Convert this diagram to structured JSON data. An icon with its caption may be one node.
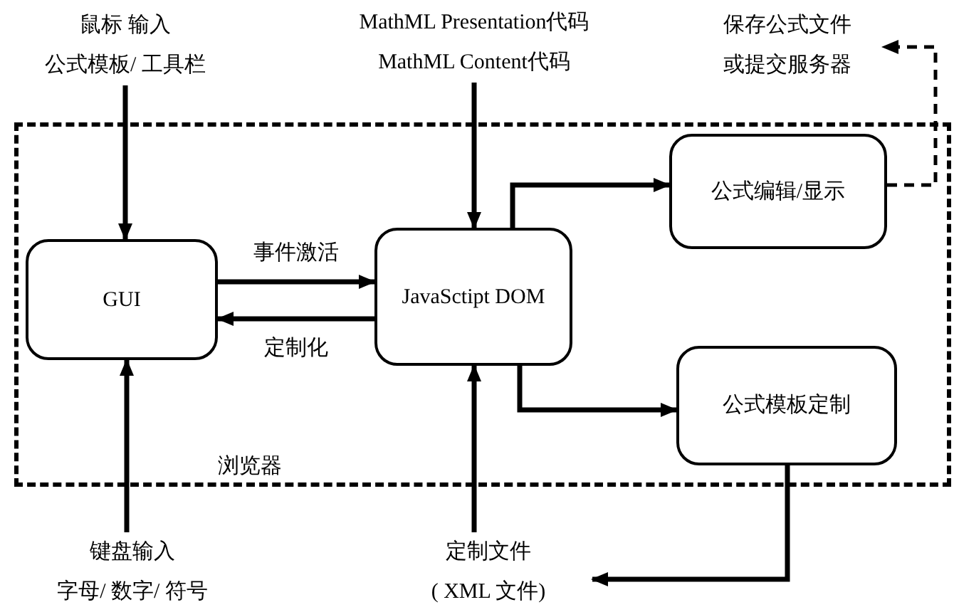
{
  "diagram": {
    "nodes": [
      {
        "text": [
          "浏览器"
        ]
      },
      {
        "text": [
          "GUI"
        ],
        "in": 0
      },
      {
        "text": [
          "JavaSctipt DOM"
        ],
        "in": 0
      },
      {
        "text": [
          "公式编辑/显示"
        ],
        "in": 0
      },
      {
        "text": [
          "公式模板定制"
        ],
        "in": 0
      },
      {
        "text": [
          "鼠标 输入",
          "公式模板/ 工具栏"
        ]
      },
      {
        "text": [
          "MathML Presentation代码",
          "MathML Content代码"
        ]
      },
      {
        "text": [
          "保存公式文件",
          "或提交服务器"
        ]
      },
      {
        "text": [
          "键盘输入",
          "字母/ 数字/ 符号"
        ]
      },
      {
        "text": [
          "定制文件",
          "( XML  文件)"
        ]
      }
    ],
    "edges": [
      {
        "from": 5,
        "to": 1,
        "arrow": "to"
      },
      {
        "from": 6,
        "to": 2,
        "arrow": "to"
      },
      {
        "from": 1,
        "to": 2,
        "arrow": "to",
        "label": "事件激活"
      },
      {
        "from": 2,
        "to": 1,
        "arrow": "to",
        "label": "定制化"
      },
      {
        "from": 2,
        "to": 3,
        "arrow": "to"
      },
      {
        "from": 2,
        "to": 4,
        "arrow": "to"
      },
      {
        "from": 3,
        "to": 7,
        "arrow": "to",
        "style": "dashed"
      },
      {
        "from": 8,
        "to": 1,
        "arrow": "to"
      },
      {
        "from": 9,
        "to": 2,
        "arrow": "to"
      },
      {
        "from": 4,
        "to": 9,
        "arrow": "to"
      }
    ]
  }
}
